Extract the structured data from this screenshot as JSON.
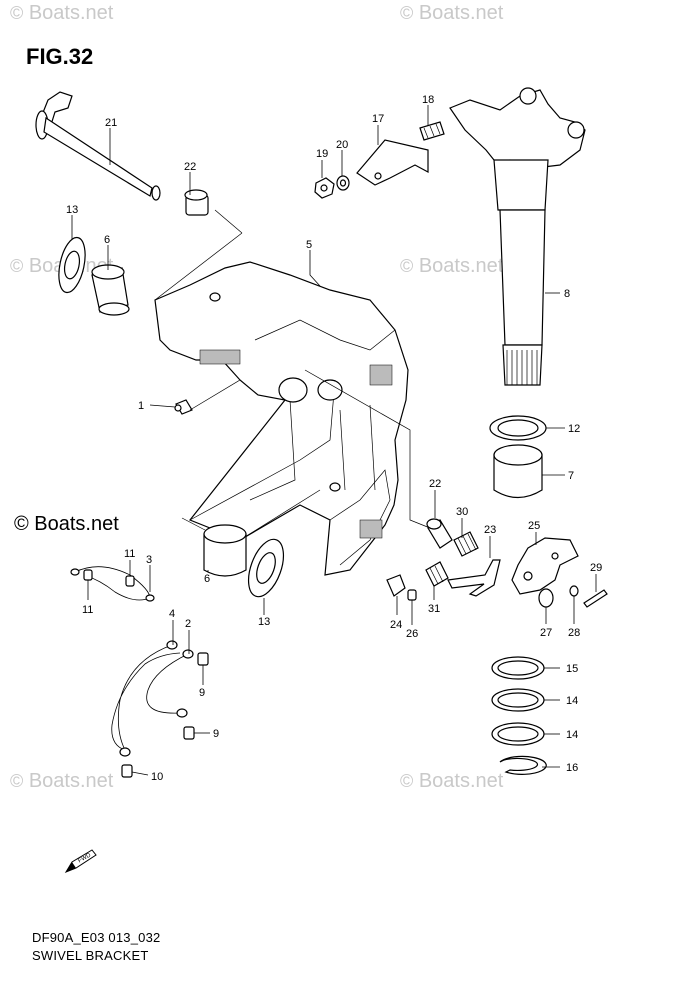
{
  "figure_title": "FIG.32",
  "watermark": "Boats.net",
  "watermark_symbol": "©",
  "inline_watermark": "© Boats.net",
  "footer": {
    "code": "DF90A_E03 013_032",
    "caption": "SWIVEL BRACKET"
  },
  "callouts": [
    "21",
    "22",
    "13",
    "6",
    "5",
    "17",
    "18",
    "19",
    "20",
    "8",
    "1",
    "12",
    "7",
    "22",
    "30",
    "23",
    "25",
    "29",
    "11",
    "3",
    "11",
    "6",
    "13",
    "24",
    "26",
    "31",
    "27",
    "28",
    "4",
    "2",
    "9",
    "9",
    "10",
    "15",
    "14",
    "14",
    "16"
  ],
  "fwd_label": "FWD"
}
